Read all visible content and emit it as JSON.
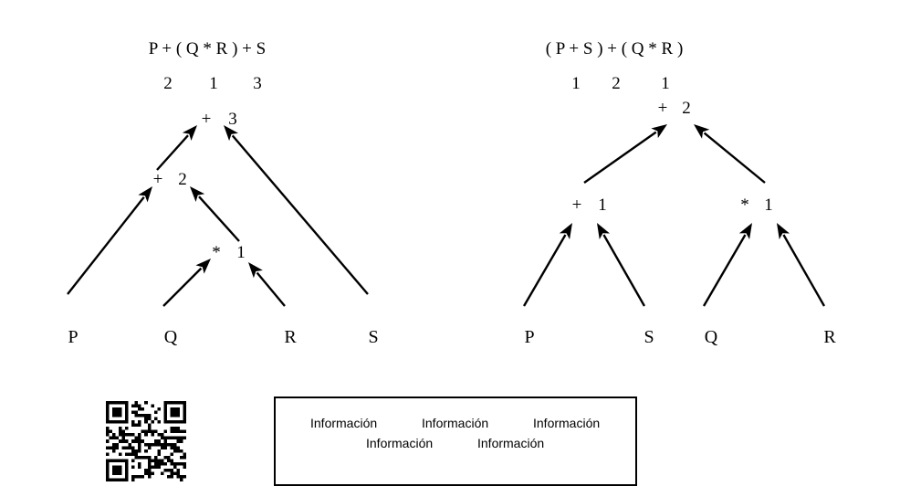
{
  "left_tree": {
    "expression": "P + ( Q * R ) + S",
    "order_numbers": [
      "2",
      "1",
      "3"
    ],
    "node_root": {
      "op": "+",
      "order": "3"
    },
    "node_mid": {
      "op": "+",
      "order": "2"
    },
    "node_low": {
      "op": "*",
      "order": "1"
    },
    "leaves": [
      "P",
      "Q",
      "R",
      "S"
    ]
  },
  "right_tree": {
    "expression": "( P + S ) + ( Q * R )",
    "order_numbers": [
      "1",
      "2",
      "1"
    ],
    "node_root": {
      "op": "+",
      "order": "2"
    },
    "node_left": {
      "op": "+",
      "order": "1"
    },
    "node_right": {
      "op": "*",
      "order": "1"
    },
    "leaves": [
      "P",
      "S",
      "Q",
      "R"
    ]
  },
  "info_box": {
    "row1": [
      "Información",
      "Información",
      "Información"
    ],
    "row2": [
      "Información",
      "Información"
    ]
  },
  "qr_code": {
    "icon": "qr-code-icon"
  }
}
